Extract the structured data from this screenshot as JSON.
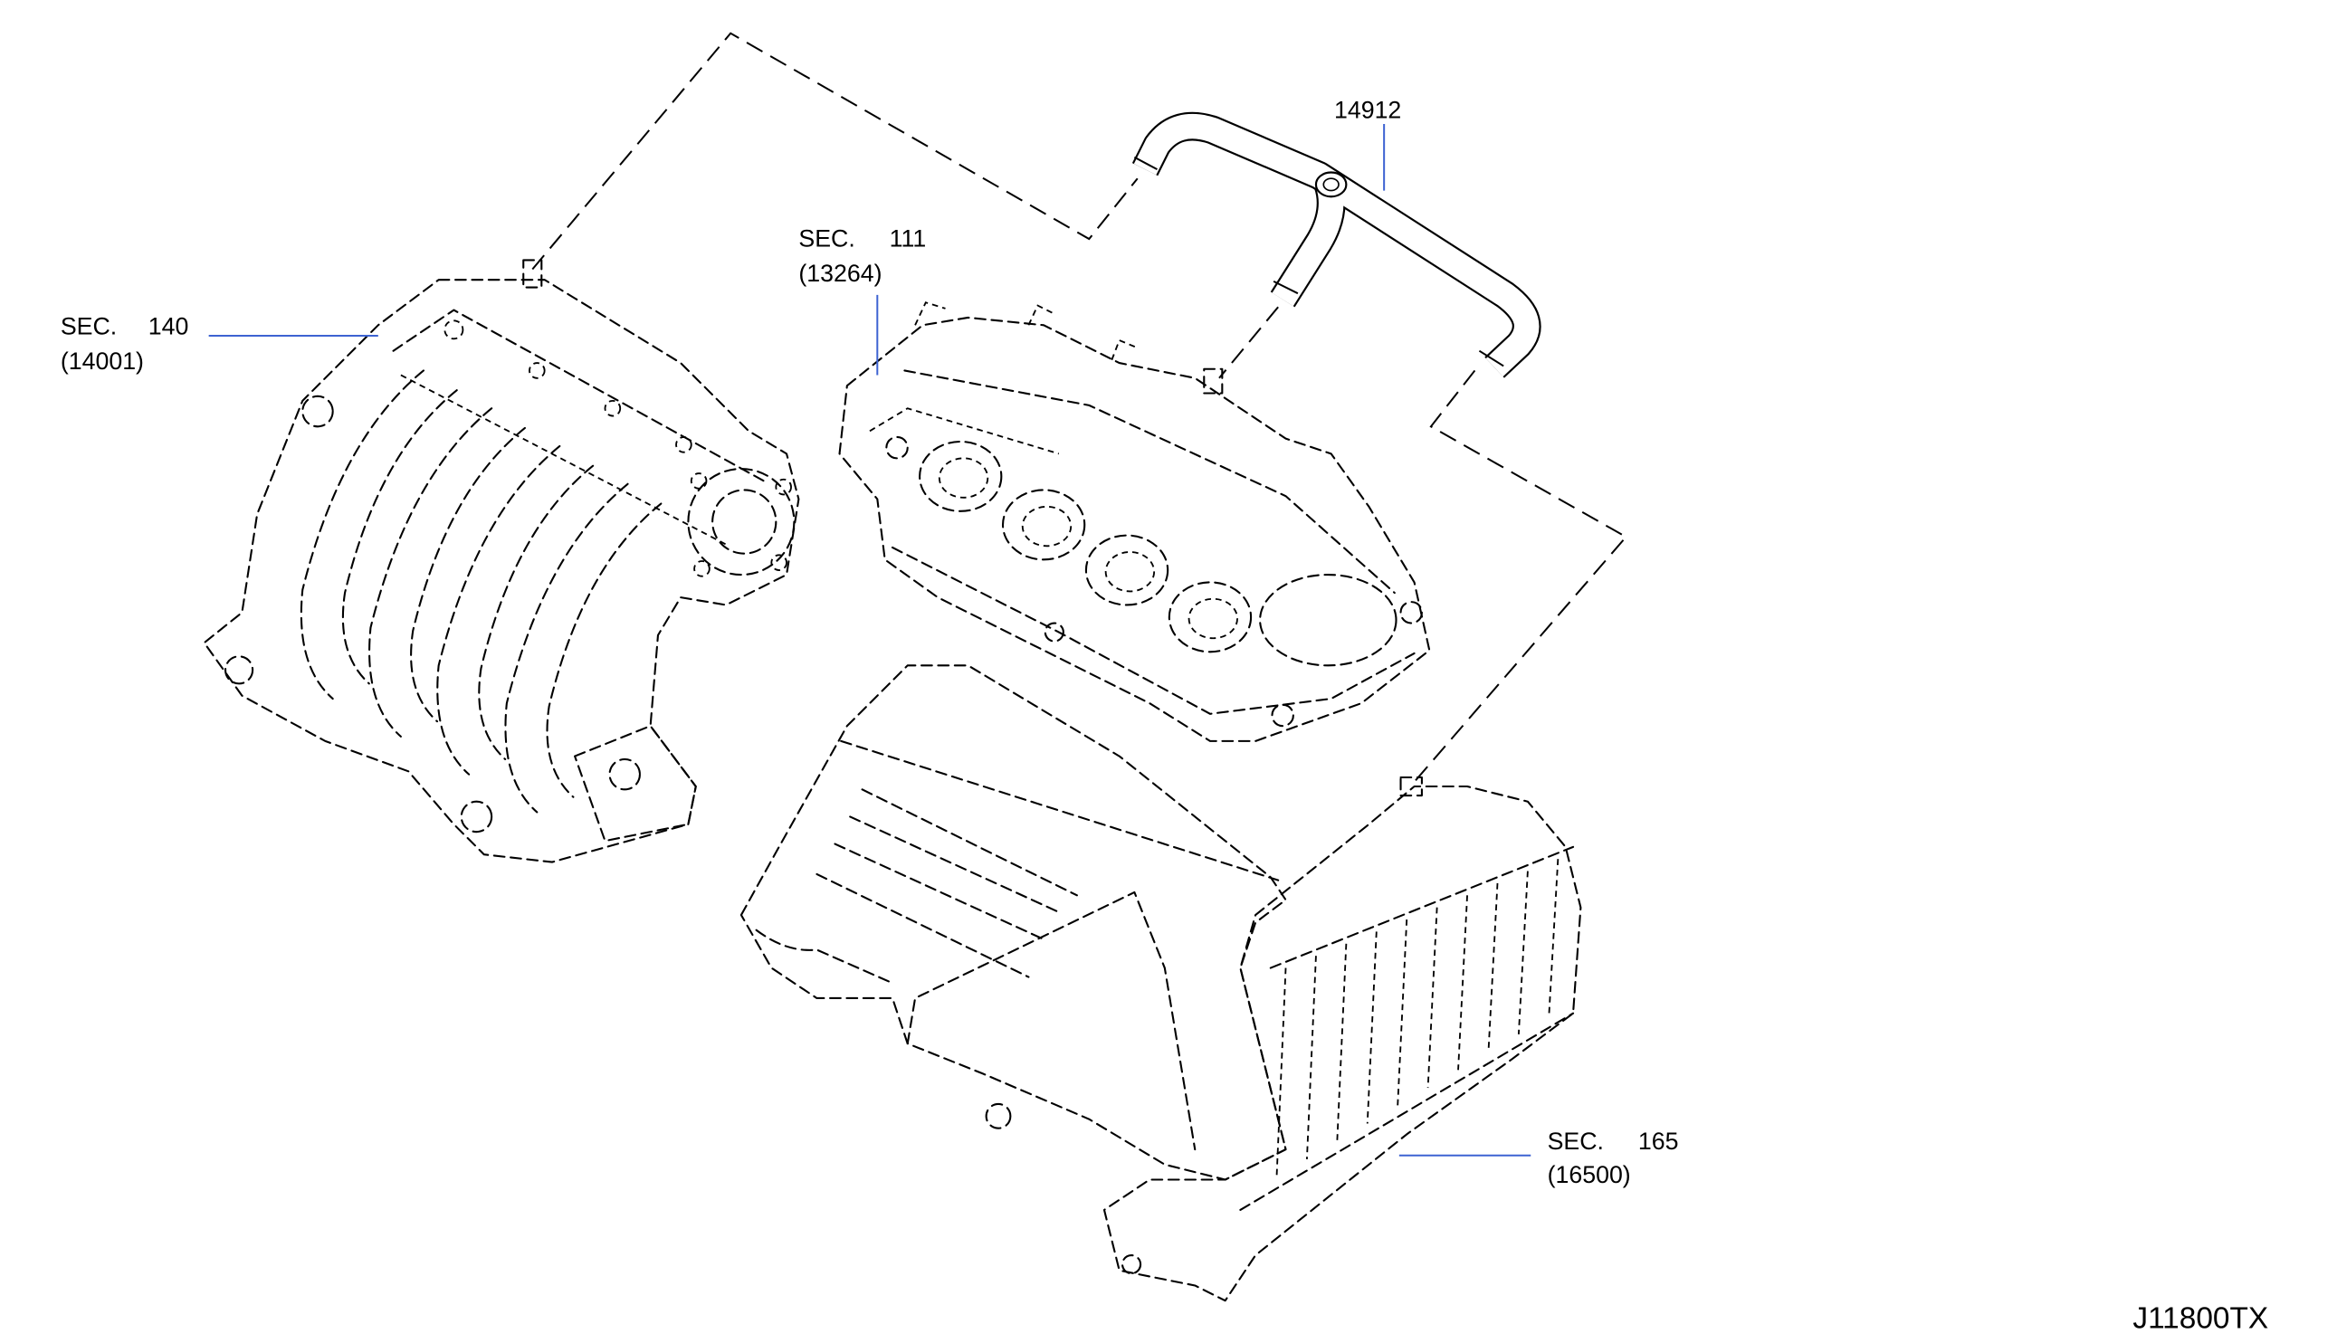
{
  "diagram": {
    "hose_part_number": "14912",
    "callouts": [
      {
        "sec_label": "SEC.",
        "sec_number": "111",
        "ref": "(13264)"
      },
      {
        "sec_label": "SEC.",
        "sec_number": "140",
        "ref": "(14001)"
      },
      {
        "sec_label": "SEC.",
        "sec_number": "165",
        "ref": "(16500)"
      }
    ],
    "diagram_code": "J11800TX"
  },
  "colors": {
    "part_number": "#1f2fd6",
    "section_number": "#8a2be2",
    "leader_line": "#3d63d2",
    "line_art": "#000000"
  }
}
